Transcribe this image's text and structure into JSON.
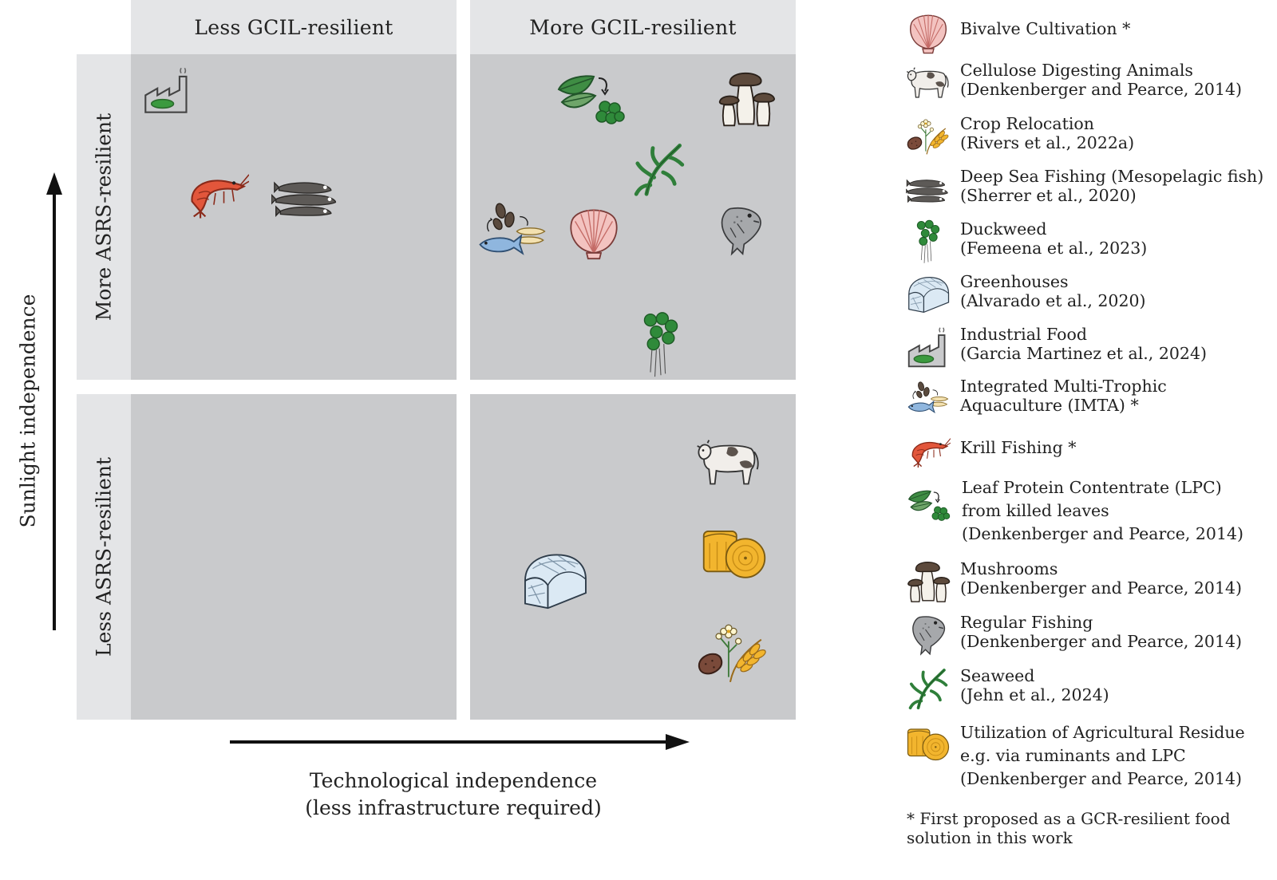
{
  "columns": {
    "left": "Less GCIL-resilient",
    "right": "More GCIL-resilient"
  },
  "rows": {
    "top": "More ASRS-resilient",
    "bottom": "Less ASRS-resilient"
  },
  "axes": {
    "y_label": "Sunlight independence",
    "x_label_line1": "Technological independence",
    "x_label_line2": "(less infrastructure required)"
  },
  "legend": [
    {
      "icon": "bivalve-icon",
      "line1": "Bivalve Cultivation *",
      "line2": ""
    },
    {
      "icon": "cow-icon",
      "line1": "Cellulose Digesting Animals",
      "line2": "(Denkenberger and Pearce, 2014)"
    },
    {
      "icon": "crop-relocation-icon",
      "line1": "Crop Relocation",
      "line2": "(Rivers et al., 2022a)"
    },
    {
      "icon": "deep-sea-fish-icon",
      "line1": "Deep Sea Fishing (Mesopelagic fish)",
      "line2": "(Sherrer et al., 2020)"
    },
    {
      "icon": "duckweed-icon",
      "line1": "Duckweed",
      "line2": "(Femeena et al., 2023)"
    },
    {
      "icon": "greenhouse-icon",
      "line1": "Greenhouses",
      "line2": "(Alvarado et al., 2020)"
    },
    {
      "icon": "factory-icon",
      "line1": "Industrial Food",
      "line2": "(Garcia Martinez et al., 2024)"
    },
    {
      "icon": "imta-icon",
      "line1": "Integrated Multi-Trophic",
      "line2": "Aquaculture (IMTA) *"
    },
    {
      "icon": "krill-icon",
      "line1": "Krill Fishing *",
      "line2": ""
    },
    {
      "icon": "leaf-protein-icon",
      "line1": "Leaf Protein Contentrate (LPC)",
      "line2": "from killed leaves",
      "line3": "(Denkenberger and Pearce, 2014)"
    },
    {
      "icon": "mushroom-icon",
      "line1": "Mushrooms",
      "line2": "(Denkenberger and Pearce, 2014)"
    },
    {
      "icon": "fish-icon",
      "line1": "Regular Fishing",
      "line2": "(Denkenberger and Pearce, 2014)"
    },
    {
      "icon": "seaweed-icon",
      "line1": "Seaweed",
      "line2": "(Jehn et al.,  2024)"
    },
    {
      "icon": "hay-bale-icon",
      "line1": "Utilization of Agricultural Residue",
      "line2": "e.g. via ruminants and LPC",
      "line3": "(Denkenberger and Pearce, 2014)"
    }
  ],
  "footnote_line1": "* First proposed as a GCR-resilient food",
  "footnote_line2": "solution in this work",
  "colors": {
    "header_bg": "#e4e5e7",
    "cell_bg": "#c9cacc",
    "green": "#3a8a3e",
    "krill": "#e2563b",
    "hay": "#f2b52e",
    "shell": "#f3c3c0",
    "fish_blue": "#8fb6de"
  }
}
